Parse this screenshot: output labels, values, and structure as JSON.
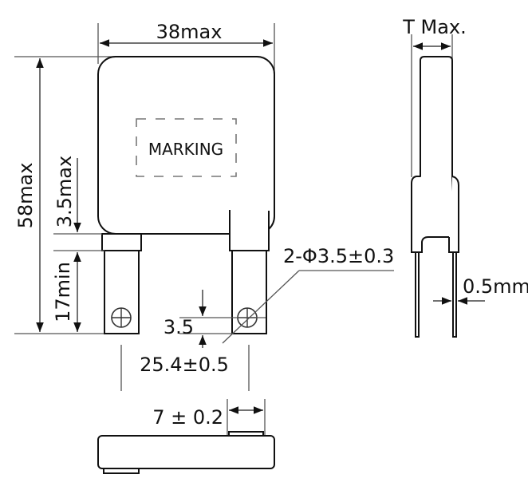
{
  "front_view": {
    "width_label": "38max",
    "height_label": "58max",
    "shoulder_label": "3.5max",
    "lead_length_label": "17min",
    "marking_label": "MARKING",
    "hole_label": "2-Φ3.5±0.3",
    "hole_offset_label": "3.5",
    "lead_pitch_label": "25.4±0.5"
  },
  "side_view": {
    "thickness_label": "T Max.",
    "lead_thickness_label": "0.5mm"
  },
  "bottom_view": {
    "tab_width_label": "7 ± 0.2"
  },
  "colors": {
    "outline": "#111111",
    "dimension_line": "#555555",
    "background": "#ffffff"
  }
}
